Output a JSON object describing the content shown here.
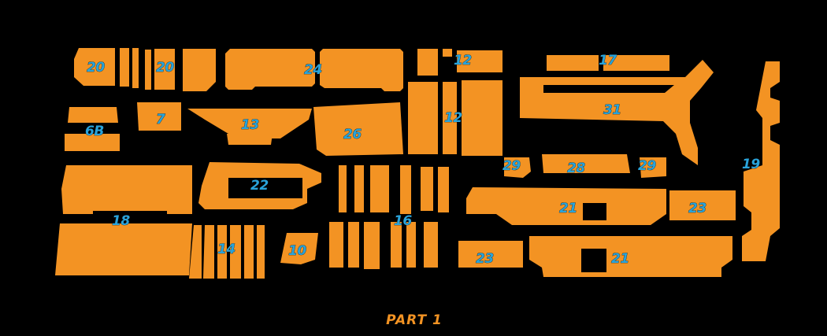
{
  "sheet": {
    "title": "PART 1",
    "colors": {
      "background": "#000000",
      "piece": "#F39323",
      "number": "#29A3DA"
    }
  },
  "pieces": [
    {
      "id": "p20a",
      "number": "20"
    },
    {
      "id": "p20b",
      "number": "20"
    },
    {
      "id": "p24",
      "number": "24"
    },
    {
      "id": "p12a",
      "number": "12"
    },
    {
      "id": "p17",
      "number": "17"
    },
    {
      "id": "p6b",
      "number": "6B"
    },
    {
      "id": "p7",
      "number": "7"
    },
    {
      "id": "p13",
      "number": "13"
    },
    {
      "id": "p26",
      "number": "26"
    },
    {
      "id": "p12b",
      "number": "12"
    },
    {
      "id": "p31",
      "number": "31"
    },
    {
      "id": "p19",
      "number": "19"
    },
    {
      "id": "p29a",
      "number": "29"
    },
    {
      "id": "p28",
      "number": "28"
    },
    {
      "id": "p29b",
      "number": "29"
    },
    {
      "id": "p22",
      "number": "22"
    },
    {
      "id": "p18",
      "number": "18"
    },
    {
      "id": "p16",
      "number": "16"
    },
    {
      "id": "p21a",
      "number": "21"
    },
    {
      "id": "p23a",
      "number": "23"
    },
    {
      "id": "p14",
      "number": "14"
    },
    {
      "id": "p10",
      "number": "10"
    },
    {
      "id": "p23b",
      "number": "23"
    },
    {
      "id": "p21b",
      "number": "21"
    }
  ]
}
